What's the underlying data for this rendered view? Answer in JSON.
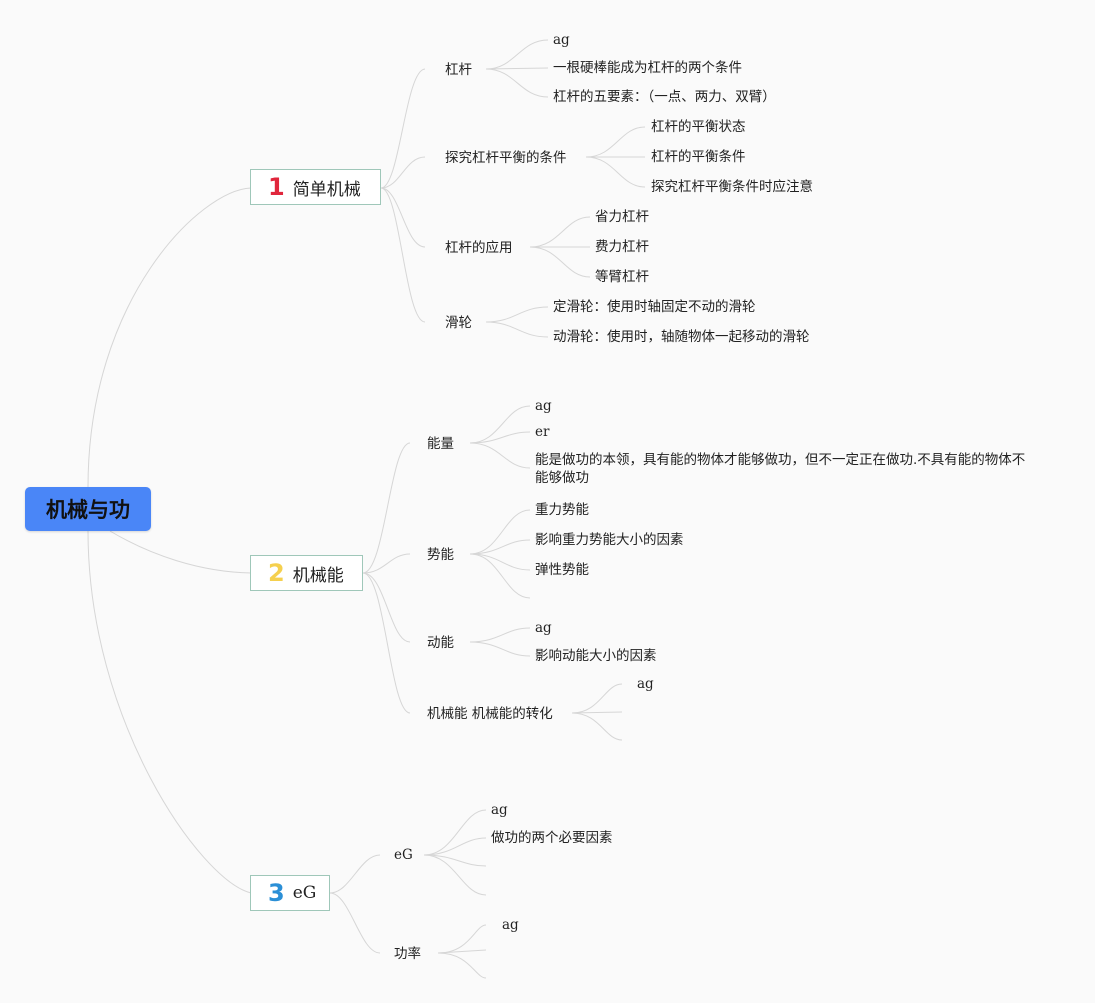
{
  "root": "机械与功",
  "topics": [
    {
      "number": "1",
      "label": "简单机械",
      "subs": [
        {
          "label": "杠杆",
          "items": [
            "ag",
            "一根硬棒能成为杠杆的两个条件",
            "杠杆的五要素：（一点、两力、双臂）"
          ]
        },
        {
          "label": "探究杠杆平衡的条件",
          "items": [
            "杠杆的平衡状态",
            "杠杆的平衡条件",
            "探究杠杆平衡条件时应注意"
          ]
        },
        {
          "label": "杠杆的应用",
          "items": [
            "省力杠杆",
            "费力杠杆",
            "等臂杠杆"
          ]
        },
        {
          "label": "滑轮",
          "items": [
            "定滑轮：使用时轴固定不动的滑轮",
            "动滑轮：使用时，轴随物体一起移动的滑轮"
          ]
        }
      ]
    },
    {
      "number": "2",
      "label": "机械能",
      "subs": [
        {
          "label": "能量",
          "items": [
            "ag",
            "er",
            "能是做功的本领，具有能的物体才能够做功，但不一定正在做功.不具有能的物体不能够做功"
          ]
        },
        {
          "label": "势能",
          "items": [
            "重力势能",
            "影响重力势能大小的因素",
            "弹性势能",
            ""
          ]
        },
        {
          "label": "动能",
          "items": [
            "ag",
            "影响动能大小的因素"
          ]
        },
        {
          "label": "机械能 机械能的转化",
          "items": [
            "ag",
            "",
            ""
          ]
        }
      ]
    },
    {
      "number": "3",
      "label": "eG",
      "subs": [
        {
          "label": "eG",
          "items": [
            "ag",
            "做功的两个必要因素",
            "",
            ""
          ]
        },
        {
          "label": "功率",
          "items": [
            "ag",
            "",
            ""
          ]
        }
      ]
    }
  ]
}
